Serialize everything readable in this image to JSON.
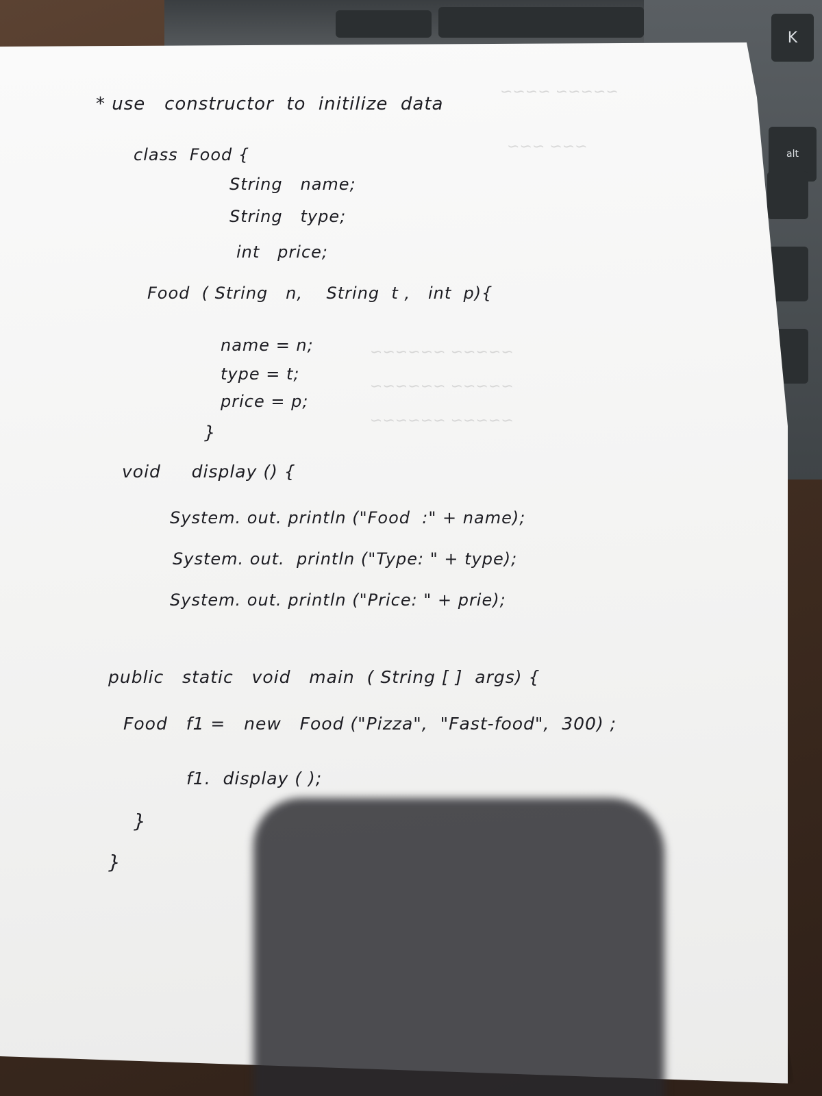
{
  "laptop": {
    "keys": {
      "k": "K",
      "alt": "alt"
    }
  },
  "notes": {
    "heading": "* use   constructor  to  initilize  data",
    "lines": [
      "class  Food {",
      "String   name;",
      "String   type;",
      "int   price;",
      "Food  ( String   n,    String  t ,   int  p){",
      "name = n;",
      "type = t;",
      "price = p;",
      "}",
      "void     display () {",
      "System. out. println (\"Food  :\" + name);",
      "System. out.  println (\"Type: \" + type);",
      "System. out. println (\"Price: \" + prie);",
      "public   static   void   main  ( String [ ]  args) {",
      "Food   f1 =   new   Food (\"Pizza\",  \"Fast-food\",  300) ;",
      "f1.  display ( );",
      "}",
      "}"
    ]
  }
}
